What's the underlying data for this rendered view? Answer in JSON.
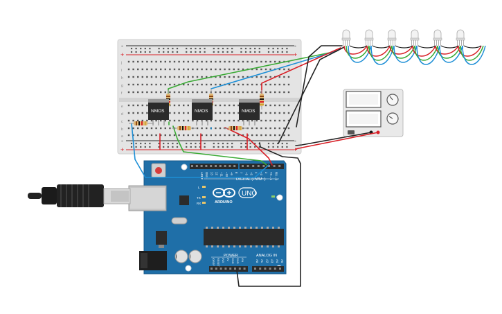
{
  "mosfets": [
    {
      "label": "NMOS"
    },
    {
      "label": "NMOS"
    },
    {
      "label": "NMOS"
    }
  ],
  "arduino": {
    "brand": "ARDUINO",
    "model": "UNO",
    "digital_label": "DIGITAL (PWM~)",
    "power_label": "POWER",
    "analog_label": "ANALOG IN",
    "on_label": "ON",
    "led_labels": [
      "L",
      "TX",
      "RX"
    ],
    "top_pins": [
      "AREF",
      "GND",
      "13",
      "12",
      "~11",
      "~10",
      "~9",
      "8",
      "7",
      "~6",
      "~5",
      "4",
      "~3",
      "2",
      "TX→1",
      "RX←0"
    ],
    "power_pins": [
      "IOREF",
      "RESET",
      "3V3",
      "5V",
      "GND",
      "GND",
      "VIN"
    ],
    "analog_pins": [
      "A0",
      "A1",
      "A2",
      "A3",
      "A4",
      "A5"
    ]
  },
  "breadboard": {
    "row_letters_top": [
      "j",
      "i",
      "h",
      "g",
      "f"
    ],
    "row_letters_bottom": [
      "e",
      "d",
      "c",
      "b",
      "a"
    ],
    "rail_marks": [
      "+",
      "-"
    ]
  },
  "colors": {
    "wire_red": "#d81f26",
    "wire_green": "#3aaa35",
    "wire_blue": "#1d8fd6",
    "wire_black": "#222222",
    "board_teal": "#1f6fa8",
    "breadboard": "#e6e6e6"
  }
}
